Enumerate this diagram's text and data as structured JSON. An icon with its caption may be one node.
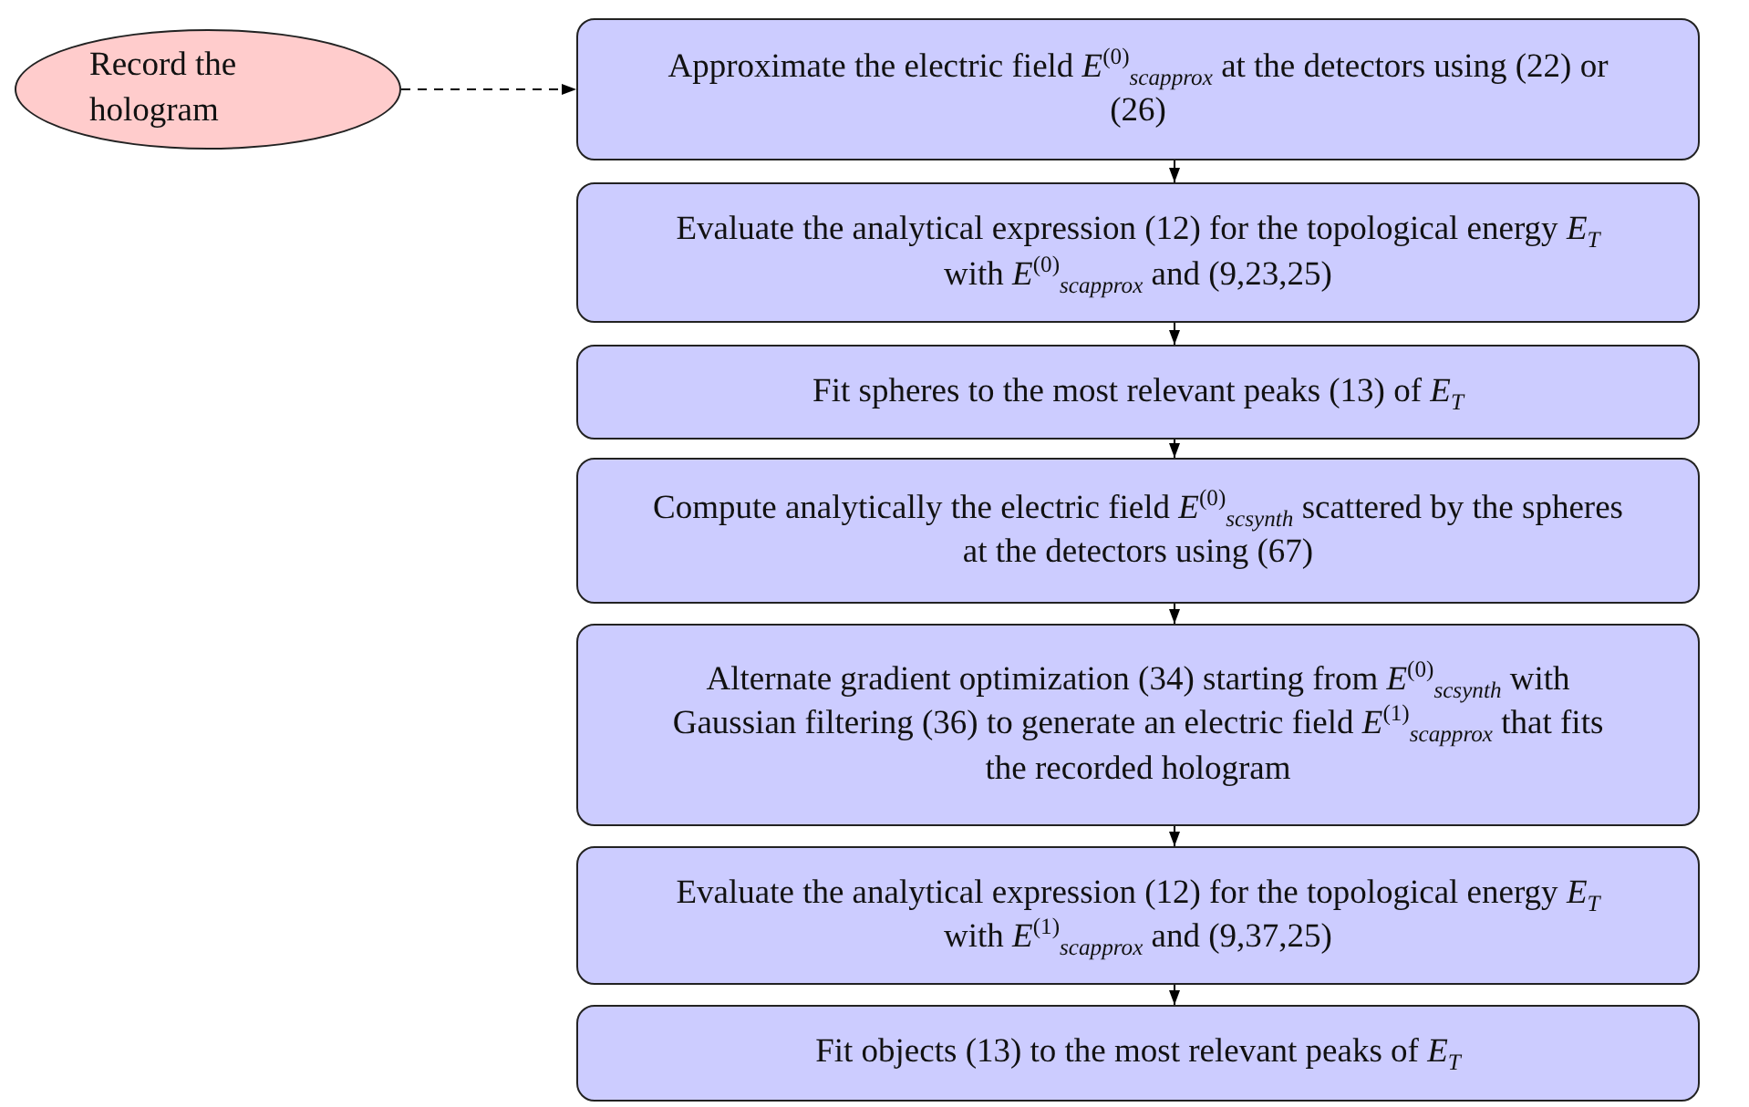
{
  "diagram": {
    "nodes": [
      {
        "text": [
          "Record the hologram"
        ]
      },
      {
        "text": [
          "Approximate the electric field *E*$^{(0)}$$_{scapprox}$ at the detectors using (22) or (26)"
        ]
      },
      {
        "text": [
          "Evaluate the analytical expression (12) for the topological energy *E*$_{T}$ with *E*$^{(0)}$$_{scapprox}$ and (9,23,25)"
        ]
      },
      {
        "text": [
          "Fit spheres to the most relevant peaks (13) of *E*$_{T}$"
        ]
      },
      {
        "text": [
          "Compute analytically the electric field *E*$^{(0)}$$_{scsynth}$ scattered by the spheres at the detectors using (67)"
        ]
      },
      {
        "text": [
          "Alternate gradient optimization (34) starting from *E*$^{(0)}$$_{scsynth}$ with Gaussian filtering (36) to generate an electric field *E*$^{(1)}$$_{scapprox}$ that fits the recorded hologram"
        ]
      },
      {
        "text": [
          "Evaluate the analytical expression (12) for the topological energy *E*$_{T}$ with *E*$^{(1)}$$_{scapprox}$ and (9,37,25)"
        ]
      },
      {
        "text": [
          "Fit objects (13) to the most relevant peaks of *E*$_{T}$"
        ]
      }
    ],
    "edges": [
      {
        "from": 0,
        "to": 1,
        "arrow": "to",
        "style": "dashed"
      },
      {
        "from": 1,
        "to": 2,
        "arrow": "to"
      },
      {
        "from": 2,
        "to": 3,
        "arrow": "to"
      },
      {
        "from": 3,
        "to": 4,
        "arrow": "to"
      },
      {
        "from": 4,
        "to": 5,
        "arrow": "to"
      },
      {
        "from": 5,
        "to": 6,
        "arrow": "to"
      },
      {
        "from": 6,
        "to": 7,
        "arrow": "to"
      }
    ]
  }
}
